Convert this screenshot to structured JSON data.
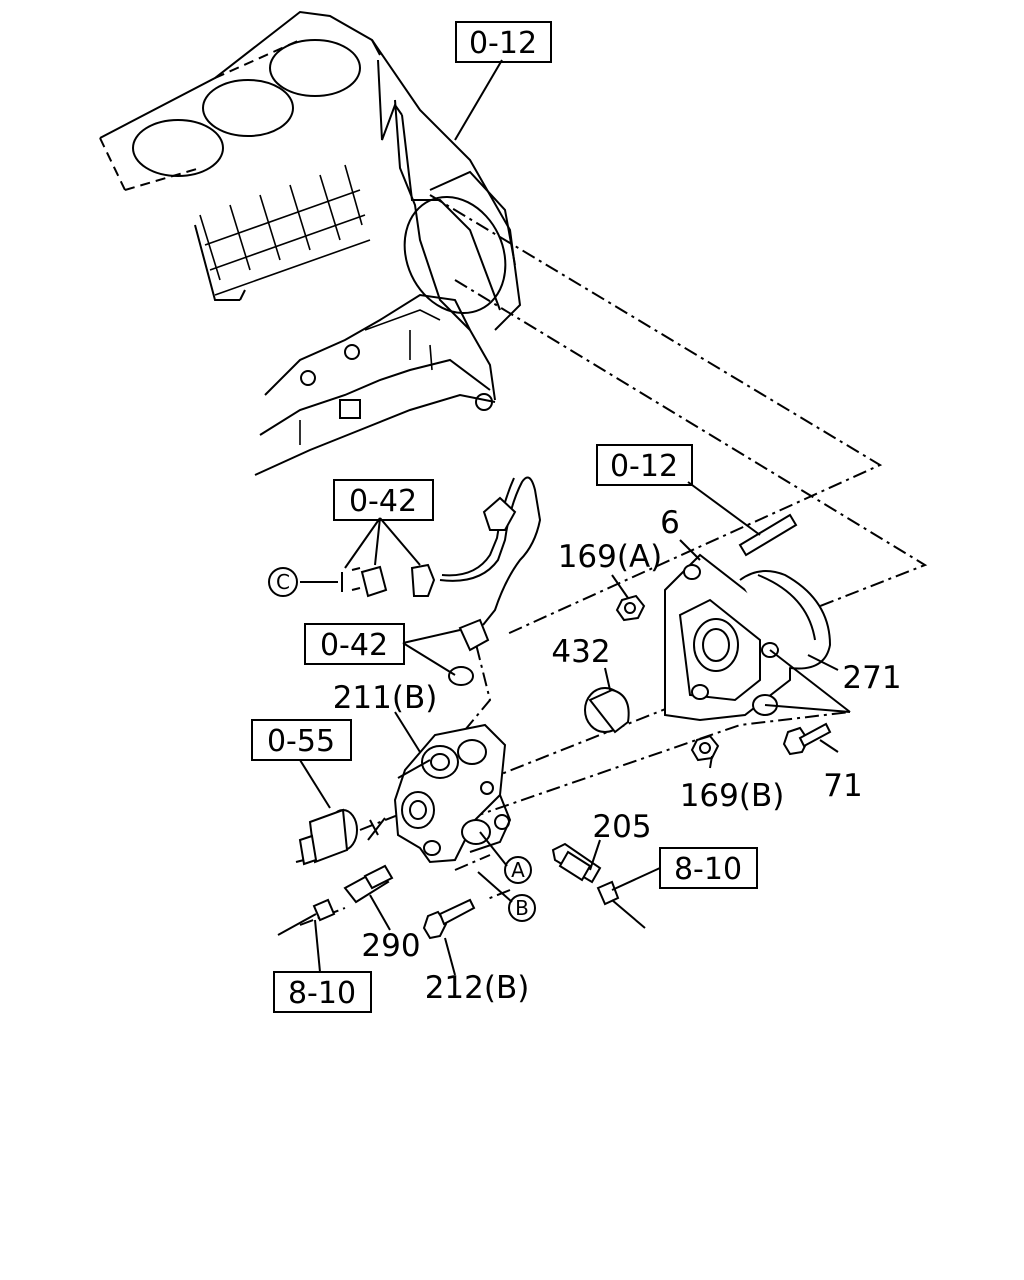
{
  "references": {
    "ref_top": "0-12",
    "ref_pump": "0-12",
    "ref_pipe": "0-42",
    "ref_fitting": "0-42",
    "ref_sensor_left": "0-55",
    "ref_wire_right": "8-10",
    "ref_wire_left": "8-10"
  },
  "callouts": {
    "c6": "6",
    "c169a": "169(A)",
    "c169b": "169(B)",
    "c271": "271",
    "c432": "432",
    "c71": "71",
    "c211b": "211(B)",
    "c205": "205",
    "c290": "290",
    "c212b": "212(B)"
  },
  "markers": {
    "a": "A",
    "b": "B",
    "c": "C"
  }
}
